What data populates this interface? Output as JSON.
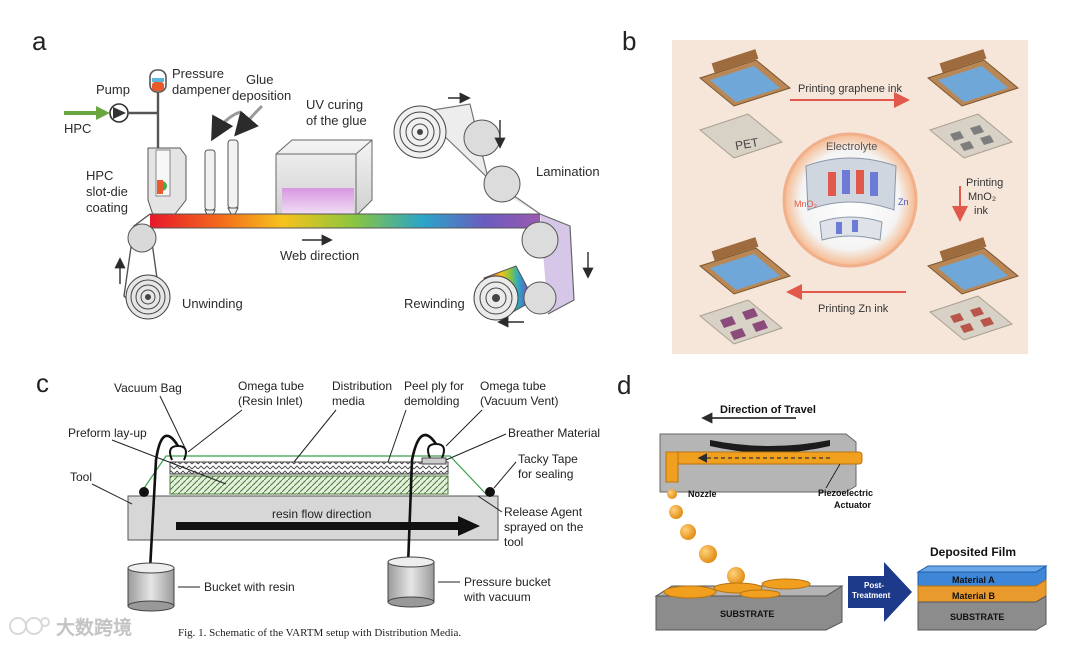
{
  "panels": {
    "a": {
      "letter": "a",
      "labels": {
        "hpc": "HPC",
        "pump": "Pump",
        "pressure": "Pressure",
        "dampener": "dampener",
        "glue1": "Glue",
        "glue2": "deposition",
        "uv1": "UV curing",
        "uv2": "of the glue",
        "slot1": "HPC",
        "slot2": "slot-die",
        "slot3": "coating",
        "lamination": "Lamination",
        "web": "Web direction",
        "unwinding": "Unwinding",
        "rewinding": "Rewinding"
      }
    },
    "b": {
      "letter": "b",
      "labels": {
        "graphene": "Printing graphene ink",
        "pet": "PET",
        "electrolyte": "Electrolyte",
        "mno2": "MnO₂",
        "zn": "Zn",
        "mno2_1": "Printing",
        "mno2_2": "MnO₂",
        "mno2_3": "ink",
        "zn_ink": "Printing Zn ink"
      }
    },
    "c": {
      "letter": "c",
      "labels": {
        "vacuum_bag": "Vacuum Bag",
        "omega_in1": "Omega tube",
        "omega_in2": "(Resin Inlet)",
        "dist1": "Distribution",
        "dist2": "media",
        "peel1": "Peel ply for",
        "peel2": "demolding",
        "omega_out1": "Omega tube",
        "omega_out2": "(Vacuum Vent)",
        "preform": "Preform lay-up",
        "breather": "Breather Material",
        "tacky1": "Tacky Tape",
        "tacky2": "for sealing",
        "tool": "Tool",
        "release1": "Release Agent",
        "release2": "sprayed on the",
        "release3": "tool",
        "flow": "resin flow direction",
        "bucket_resin": "Bucket with resin",
        "pbucket1": "Pressure bucket",
        "pbucket2": "with vacuum",
        "caption": "Fig. 1. Schematic of the VARTM setup with Distribution Media."
      }
    },
    "d": {
      "letter": "d",
      "labels": {
        "travel": "Direction of Travel",
        "nozzle": "Nozzle",
        "piezo1": "Piezoelectric",
        "piezo2": "Actuator",
        "substrate": "SUBSTRATE",
        "post1": "Post-",
        "post2": "Treatment",
        "deposited": "Deposited Film",
        "matA": "Material A",
        "matB": "Material B",
        "substrate2": "SUBSTRATE"
      }
    }
  },
  "watermark": "大数跨境",
  "colors": {
    "ink": "#2b2b2b",
    "panel_b_bg": "#f6e6da",
    "orange": "#f0a01e",
    "arrow_blue": "#1d3a8a",
    "material_a": "#3d86d8",
    "material_b": "#e99a2c",
    "substrate": "#8c8c8c"
  }
}
